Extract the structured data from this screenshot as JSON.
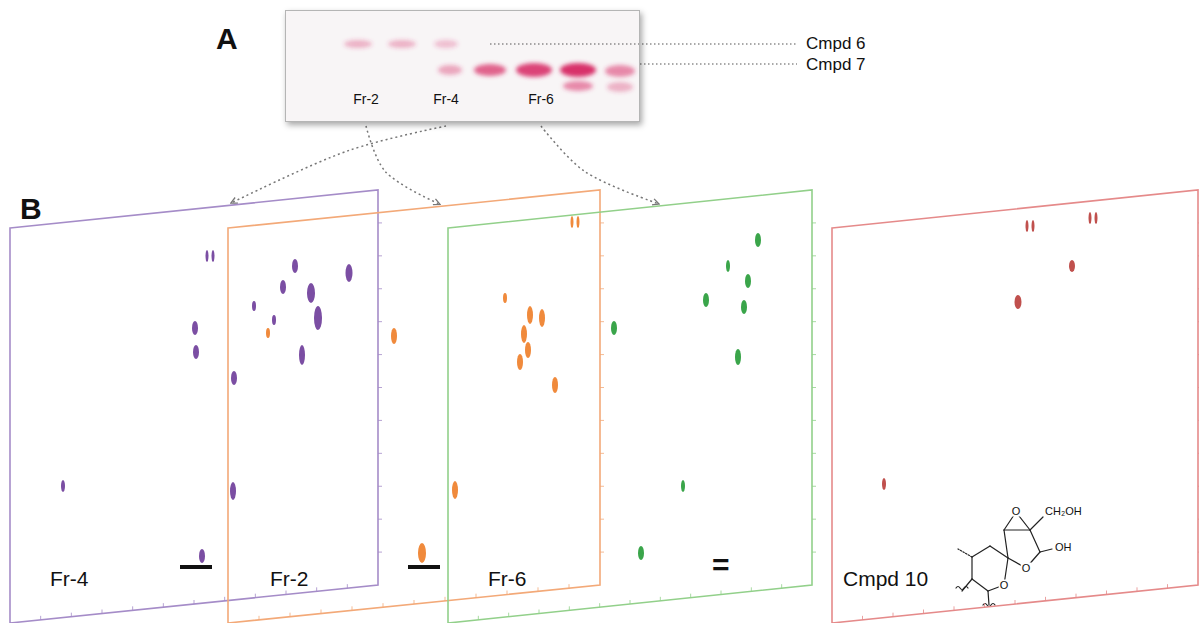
{
  "diagram": {
    "nodes": [
      {
        "text": [
          "Fr-2",
          "Fr-4",
          "Fr-6"
        ]
      },
      {
        "text": [
          "Fr-4"
        ]
      },
      {
        "text": [
          "Fr-2"
        ]
      },
      {
        "text": [
          "Fr-6"
        ]
      },
      {
        "text": [
          "Cmpd 10"
        ]
      }
    ],
    "edges": [
      {
        "from": 0,
        "to": 2,
        "arrow": "to"
      },
      {
        "from": 0,
        "to": 1,
        "arrow": "to"
      },
      {
        "from": 0,
        "to": 3,
        "arrow": "to"
      }
    ],
    "labels": [
      "A",
      "Cmpd 6",
      "Cmpd 7",
      "B",
      "=",
      "O",
      "CH₂OH",
      "OH",
      "O",
      "O"
    ]
  }
}
